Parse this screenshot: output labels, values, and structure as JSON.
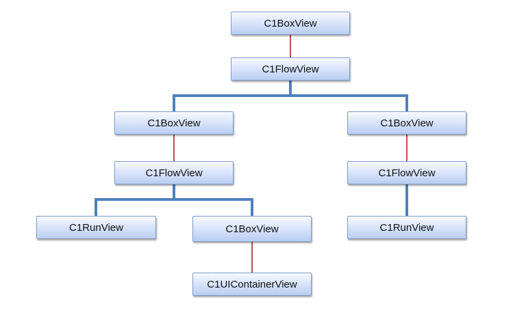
{
  "diagram": {
    "type": "hierarchy",
    "nodes": {
      "root_box": {
        "label": "C1BoxView"
      },
      "root_flow": {
        "label": "C1FlowView"
      },
      "left_box": {
        "label": "C1BoxView"
      },
      "left_flow": {
        "label": "C1FlowView"
      },
      "left_run": {
        "label": "C1RunView"
      },
      "mid_box": {
        "label": "C1BoxView"
      },
      "mid_container": {
        "label": "C1UIContainerView"
      },
      "right_box": {
        "label": "C1BoxView"
      },
      "right_flow": {
        "label": "C1FlowView"
      },
      "right_run": {
        "label": "C1RunView"
      }
    },
    "edges": [
      {
        "from": "root_box",
        "to": "root_flow",
        "kind": "child",
        "color": "#c0504d"
      },
      {
        "from": "root_flow",
        "to": "left_box",
        "kind": "flow",
        "color": "#4f81bd"
      },
      {
        "from": "root_flow",
        "to": "right_box",
        "kind": "flow",
        "color": "#4f81bd"
      },
      {
        "from": "left_box",
        "to": "left_flow",
        "kind": "child",
        "color": "#c0504d"
      },
      {
        "from": "left_flow",
        "to": "left_run",
        "kind": "flow",
        "color": "#4f81bd"
      },
      {
        "from": "left_flow",
        "to": "mid_box",
        "kind": "flow",
        "color": "#4f81bd"
      },
      {
        "from": "mid_box",
        "to": "mid_container",
        "kind": "child",
        "color": "#c0504d"
      },
      {
        "from": "right_box",
        "to": "right_flow",
        "kind": "child",
        "color": "#c0504d"
      },
      {
        "from": "right_flow",
        "to": "right_run",
        "kind": "flow",
        "color": "#4f81bd"
      }
    ]
  }
}
